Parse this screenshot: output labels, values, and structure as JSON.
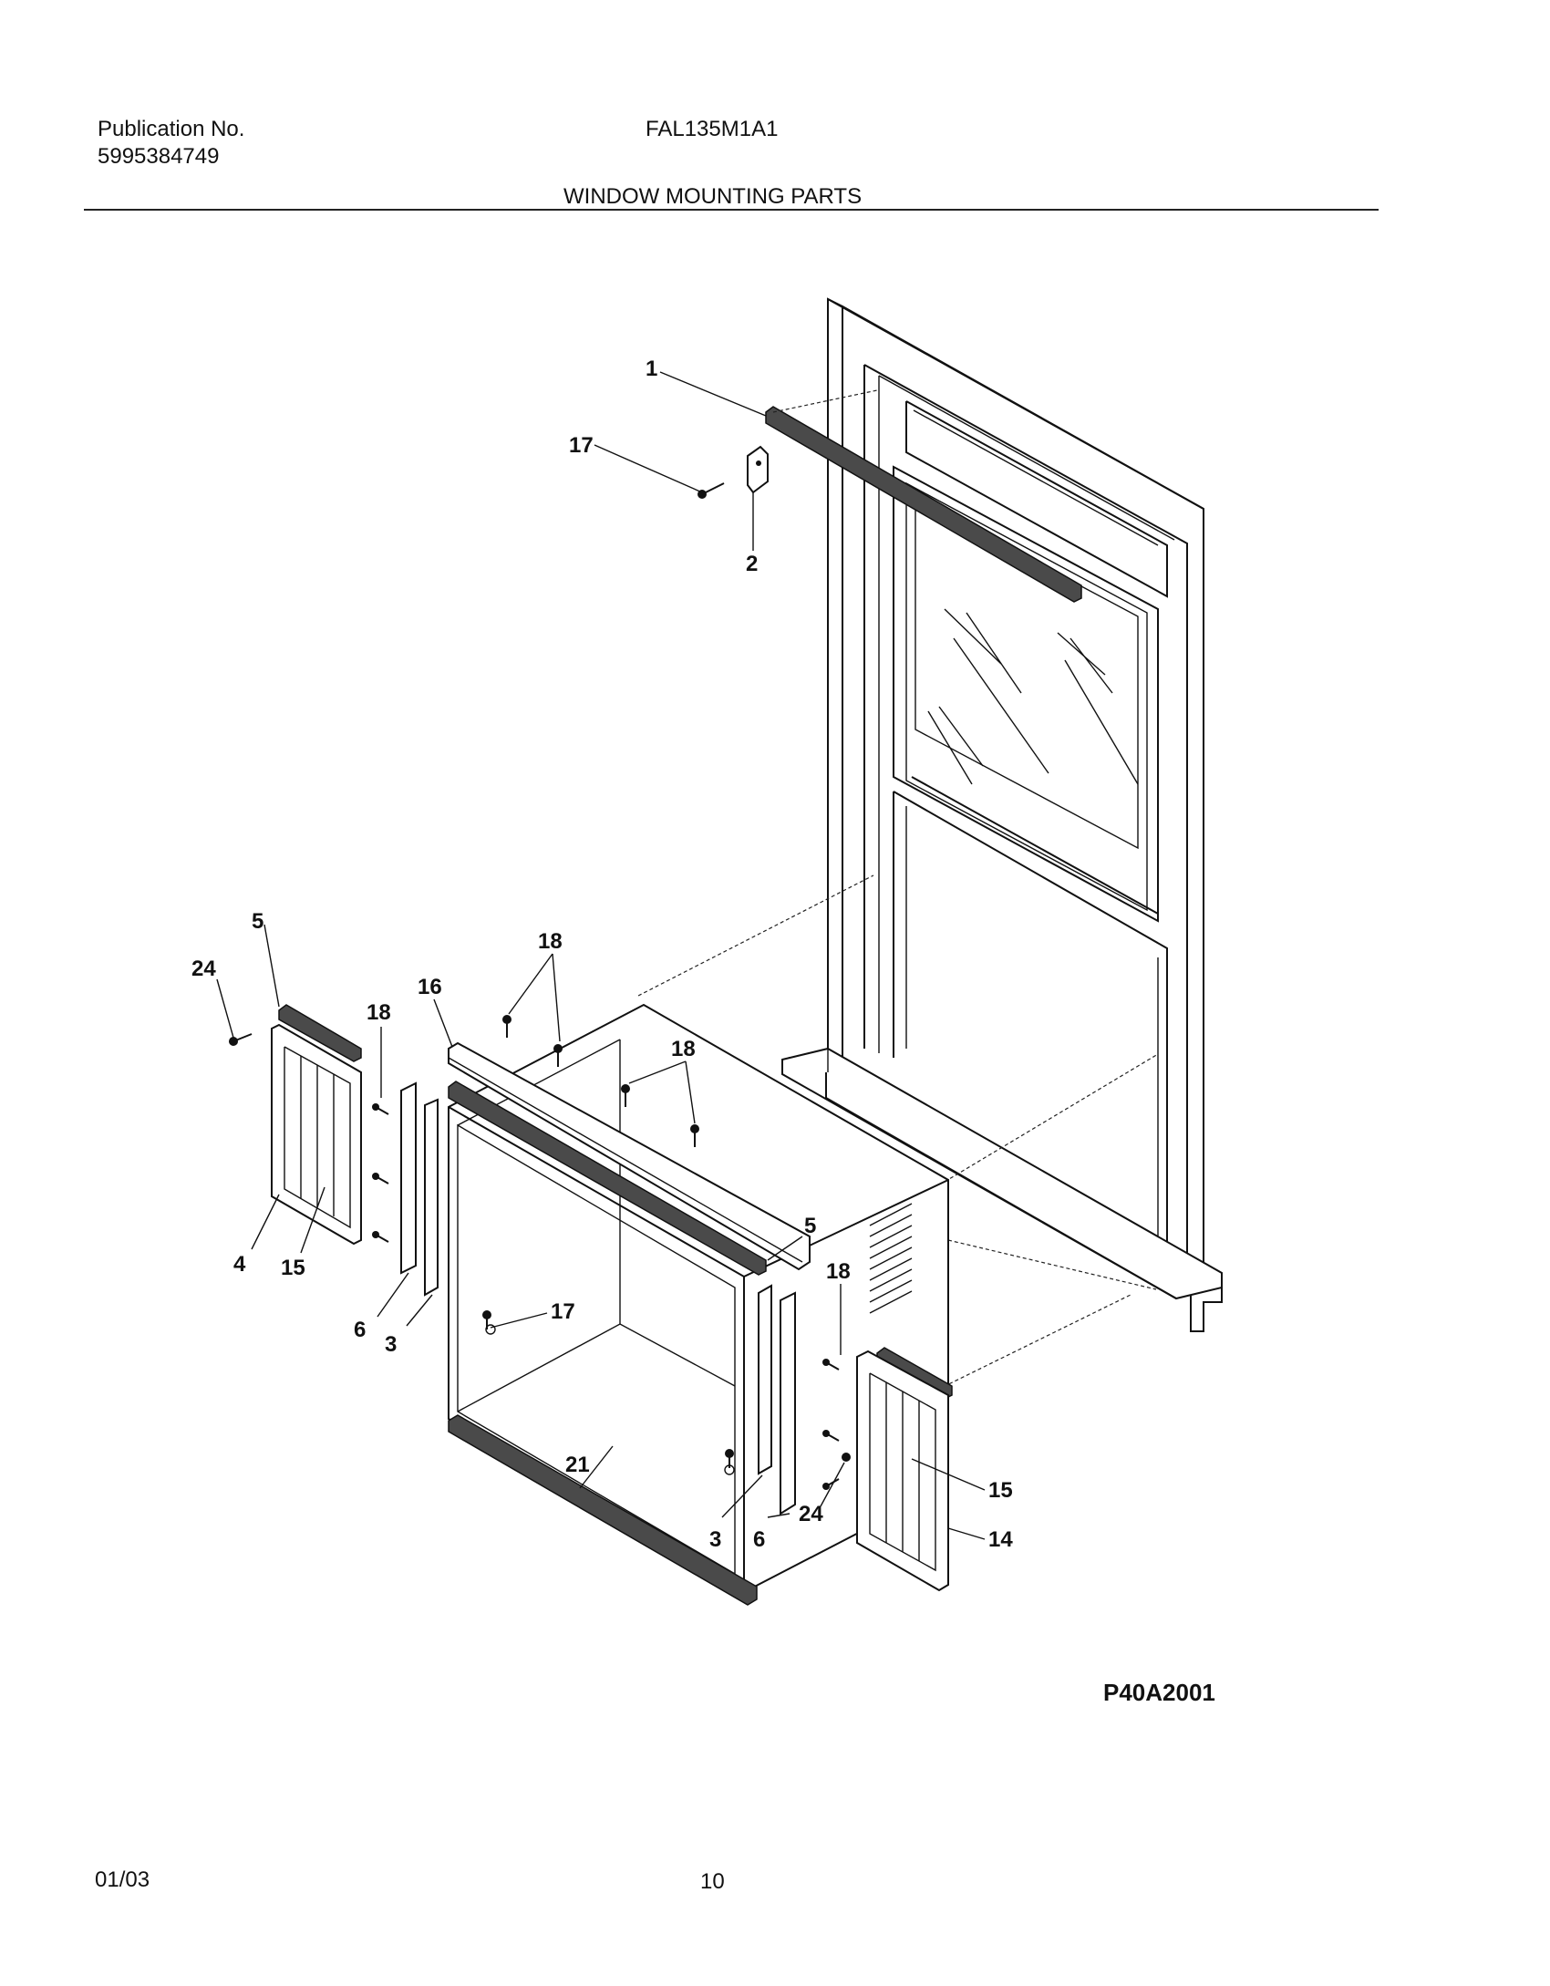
{
  "header": {
    "publication_label": "Publication No.",
    "publication_number": "5995384749",
    "model": "FAL135M1A1",
    "section_title": "WINDOW MOUNTING PARTS"
  },
  "diagram": {
    "code": "P40A2001",
    "callouts": {
      "c1": "1",
      "c17a": "17",
      "c2": "2",
      "c5a": "5",
      "c24a": "24",
      "c18a": "18",
      "c16": "16",
      "c18b": "18",
      "c18c": "18",
      "c4": "4",
      "c15a": "15",
      "c6a": "6",
      "c3a": "3",
      "c5b": "5",
      "c17b": "17",
      "c18d": "18",
      "c21": "21",
      "c3b": "3",
      "c6b": "6",
      "c24b": "24",
      "c15b": "15",
      "c14": "14"
    }
  },
  "footer": {
    "date": "01/03",
    "page": "10"
  }
}
